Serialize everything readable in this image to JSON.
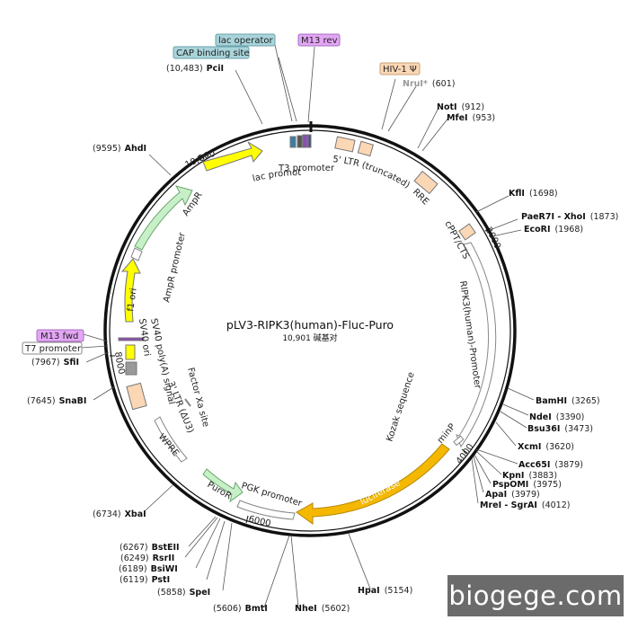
{
  "plasmid": {
    "name": "pLV3-RIPK3(human)-Fluc-Puro",
    "size_label": "10,901 碱基对"
  },
  "watermark": "biogege.com",
  "ticks": [
    "2000",
    "4000",
    "6000",
    "8000",
    "10,000"
  ],
  "tags": {
    "lac_operator": "lac operator",
    "cap_site": "CAP binding site",
    "m13_rev": "M13 rev",
    "hiv": "HIV-1 Ψ",
    "m13_fwd": "M13 fwd",
    "t7": "T7 promoter"
  },
  "sites": {
    "pcii": {
      "name": "PciI",
      "pos": "(10,483)"
    },
    "nrui": {
      "name": "NruI*",
      "pos": "(601)"
    },
    "noti": {
      "name": "NotI",
      "pos": "(912)"
    },
    "mfei": {
      "name": "MfeI",
      "pos": "(953)"
    },
    "ahdi": {
      "name": "AhdI",
      "pos": "(9595)"
    },
    "kfli": {
      "name": "KflI",
      "pos": "(1698)"
    },
    "paer7i": {
      "name": "PaeR7I - XhoI",
      "pos": "(1873)"
    },
    "ecori": {
      "name": "EcoRI",
      "pos": "(1968)"
    },
    "sfii": {
      "name": "SfiI",
      "pos": "(7967)"
    },
    "snabi": {
      "name": "SnaBI",
      "pos": "(7645)"
    },
    "bamhi": {
      "name": "BamHI",
      "pos": "(3265)"
    },
    "ndei": {
      "name": "NdeI",
      "pos": "(3390)"
    },
    "bsu36i": {
      "name": "Bsu36I",
      "pos": "(3473)"
    },
    "xcmi": {
      "name": "XcmI",
      "pos": "(3620)"
    },
    "acc65i": {
      "name": "Acc65I",
      "pos": "(3879)"
    },
    "kpni": {
      "name": "KpnI",
      "pos": "(3883)"
    },
    "pspomi": {
      "name": "PspOMI",
      "pos": "(3975)"
    },
    "apai": {
      "name": "ApaI",
      "pos": "(3979)"
    },
    "mrei": {
      "name": "MreI - SgrAI",
      "pos": "(4012)"
    },
    "xbai": {
      "name": "XbaI",
      "pos": "(6734)"
    },
    "bsteii": {
      "name": "BstEII",
      "pos": "(6267)"
    },
    "rsrii": {
      "name": "RsrII",
      "pos": "(6249)"
    },
    "bsiwi": {
      "name": "BsiWI",
      "pos": "(6189)"
    },
    "psti": {
      "name": "PstI",
      "pos": "(6119)"
    },
    "spei": {
      "name": "SpeI",
      "pos": "(5858)"
    },
    "bmti": {
      "name": "BmtI",
      "pos": "(5606)"
    },
    "nhei": {
      "name": "NheI",
      "pos": "(5602)"
    },
    "hpai": {
      "name": "HpaI",
      "pos": "(5154)"
    }
  },
  "features": {
    "ori": "ori",
    "lac_promoter": "lac promoter",
    "t3_promoter": "T3 promoter",
    "ltr5": "5' LTR (truncated)",
    "rre": "RRE",
    "cppt": "cPPT/CTS",
    "ripk3": "RIPK3(human)-Promoter",
    "kozak": "Kozak sequence",
    "minp": "minP",
    "luciferase": "luciferase",
    "pgk": "PGK promoter",
    "puror": "PuroR",
    "wpre": "WPRE",
    "ltr3": "3' LTR (ΔU3)",
    "factor_xa": "Factor Xa site",
    "sv40polya": "SV40 poly(A) signal",
    "sv40ori": "SV40 ori",
    "f1ori": "f1 ori",
    "ampr_promoter": "AmpR promoter",
    "ampr": "AmpR"
  },
  "colors": {
    "backbone": "#111111",
    "ori": "#ffff00",
    "ampr": "#c8f0c8",
    "luciferase": "#f5b800",
    "ltr": "#fbd7b5",
    "gray_feature": "#999999",
    "tag_blue": "#a8d4da",
    "tag_purple": "#e3a6f5",
    "tag_orange": "#fbd7b5"
  }
}
